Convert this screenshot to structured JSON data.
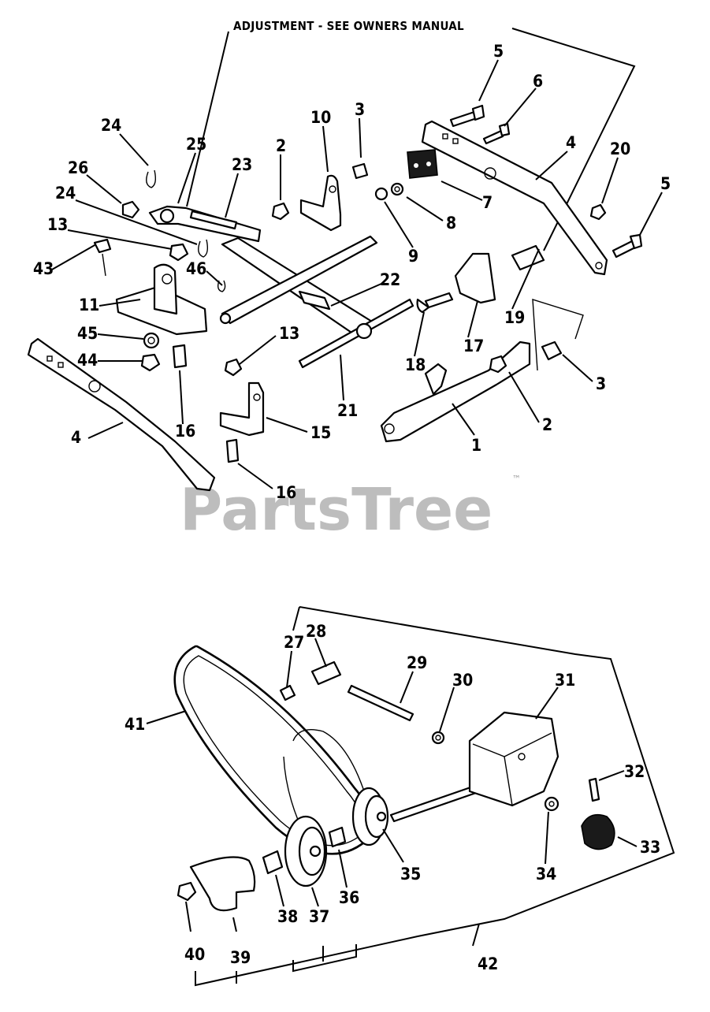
{
  "heading": "ADJUSTMENT - SEE OWNERS MANUAL",
  "watermark": "PartsTree",
  "trademark": "™",
  "callouts": [
    "5",
    "6",
    "10",
    "3",
    "4",
    "20",
    "5",
    "24",
    "25",
    "23",
    "2",
    "26",
    "7",
    "8",
    "9",
    "24",
    "13",
    "22",
    "46",
    "43",
    "11",
    "19",
    "17",
    "18",
    "45",
    "13",
    "44",
    "3",
    "21",
    "2",
    "16",
    "15",
    "1",
    "4",
    "16",
    "27",
    "28",
    "29",
    "30",
    "31",
    "41",
    "32",
    "33",
    "34",
    "35",
    "36",
    "37",
    "38",
    "40",
    "39",
    "42"
  ]
}
